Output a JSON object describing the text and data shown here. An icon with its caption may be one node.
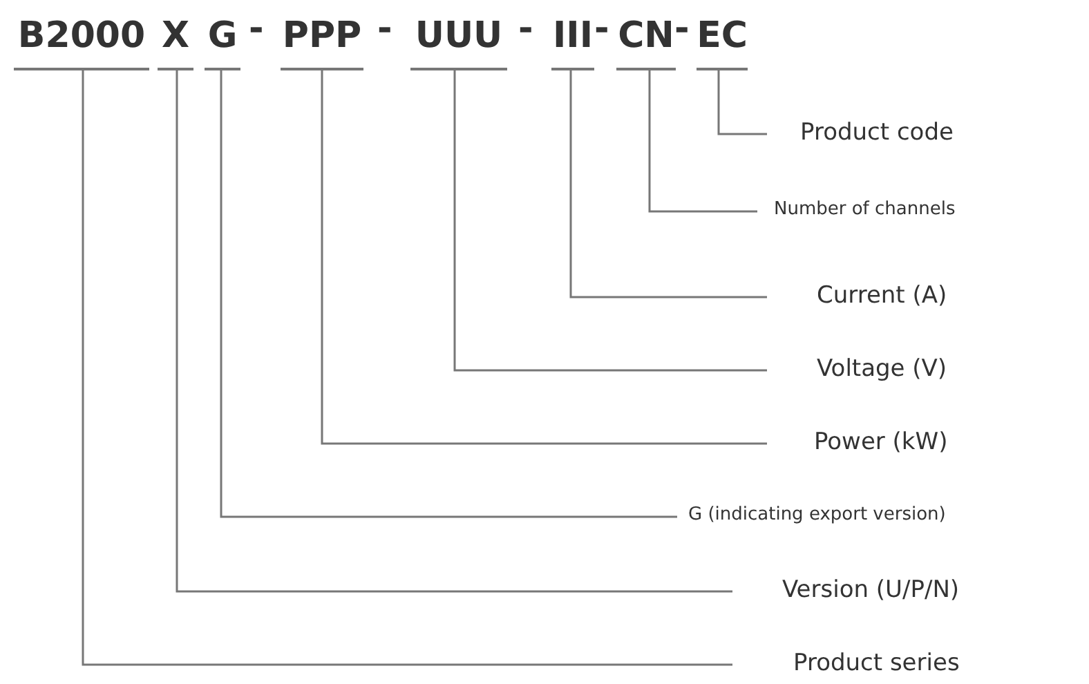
{
  "diagram": {
    "nodes": [
      {
        "text": [
          "B2000"
        ]
      },
      {
        "text": [
          "X"
        ]
      },
      {
        "text": [
          "G"
        ]
      },
      {
        "text": [
          "PPP"
        ]
      },
      {
        "text": [
          "UUU"
        ]
      },
      {
        "text": [
          "III"
        ]
      },
      {
        "text": [
          "CN"
        ]
      },
      {
        "text": [
          "EC"
        ]
      },
      {
        "text": [
          "Product code"
        ]
      },
      {
        "text": [
          "Number of channels"
        ]
      },
      {
        "text": [
          "Current (A)"
        ]
      },
      {
        "text": [
          "Voltage (V)"
        ]
      },
      {
        "text": [
          "Power (kW)"
        ]
      },
      {
        "text": [
          "G (indicating export version)"
        ]
      },
      {
        "text": [
          "Version (U/P/N)"
        ]
      },
      {
        "text": [
          "Product series"
        ]
      }
    ],
    "edges": [
      {
        "from": 7,
        "to": 8,
        "arrow": "none"
      },
      {
        "from": 6,
        "to": 9,
        "arrow": "none"
      },
      {
        "from": 5,
        "to": 10,
        "arrow": "none"
      },
      {
        "from": 4,
        "to": 11,
        "arrow": "none"
      },
      {
        "from": 3,
        "to": 12,
        "arrow": "none"
      },
      {
        "from": 2,
        "to": 13,
        "arrow": "none"
      },
      {
        "from": 1,
        "to": 14,
        "arrow": "none"
      },
      {
        "from": 0,
        "to": 15,
        "arrow": "none"
      }
    ],
    "labels": [
      "-",
      "-",
      "-",
      "-",
      "-"
    ]
  }
}
